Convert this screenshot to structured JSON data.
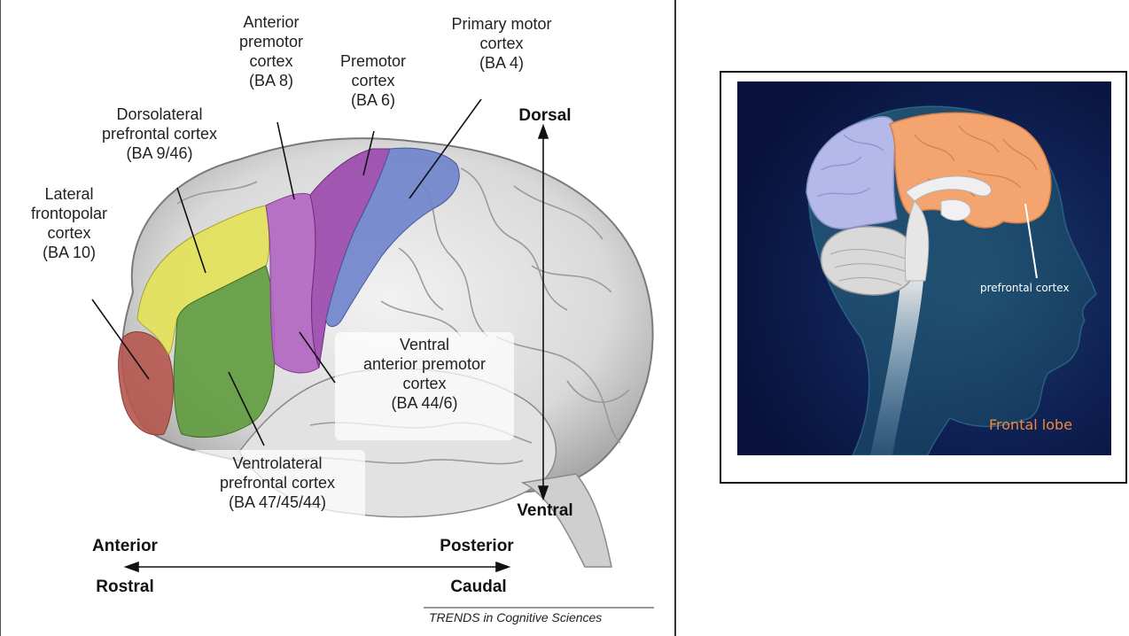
{
  "left_diagram": {
    "labels": {
      "lateral_frontopolar": "Lateral\nfrontopolar\ncortex\n(BA 10)",
      "dorsolateral": "Dorsolateral\nprefrontal cortex\n(BA 9/46)",
      "anterior_premotor": "Anterior\npremotor\ncortex\n(BA 8)",
      "premotor": "Premotor\ncortex\n(BA 6)",
      "primary_motor": "Primary motor\ncortex\n(BA 4)",
      "ventral_anterior_premotor": "Ventral\nanterior premotor\ncortex\n(BA 44/6)",
      "ventrolateral": "Ventrolateral\nprefrontal cortex\n(BA 47/45/44)"
    },
    "axes": {
      "dorsal": "Dorsal",
      "ventral": "Ventral",
      "anterior": "Anterior",
      "posterior": "Posterior",
      "rostral": "Rostral",
      "caudal": "Caudal"
    },
    "credit": "TRENDS in Cognitive Sciences",
    "region_colors": {
      "ba10": "#b5584f",
      "ba9_46": "#e4e25a",
      "ventrolateral": "#5f9a3e",
      "ba8": "#b267c2",
      "ba6": "#9b4aae",
      "ba4": "#6f84cc"
    }
  },
  "right_diagram": {
    "prefrontal_label": "prefrontal cortex",
    "frontal_lobe_label": "Frontal lobe",
    "colors": {
      "background": "#0c1a45",
      "frontal": "#f4a46e",
      "parietal": "#b4b9ea",
      "label_frontal": "#ef8a3c"
    }
  }
}
